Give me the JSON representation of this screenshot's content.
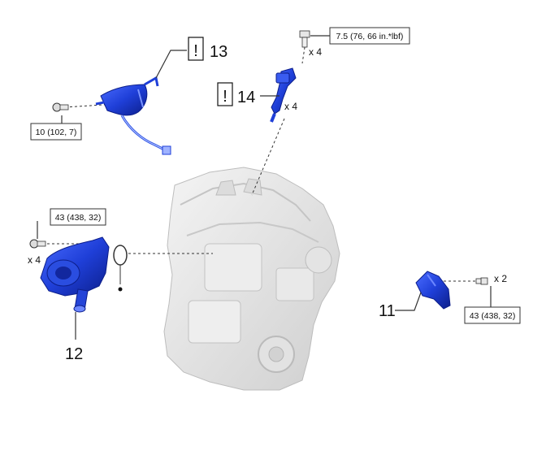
{
  "callouts": {
    "part_13": "13",
    "part_14": "14",
    "part_12": "12",
    "part_11": "11",
    "caution_mark": "!"
  },
  "torque_specs": {
    "harness_bolt": "10 (102, 7)",
    "coil_bolt": "7.5 (76, 66 in.*lbf)",
    "pump_bolt": "43 (438, 32)",
    "bracket_bolt": "43 (438, 32)"
  },
  "quantities": {
    "coil_bolt_qty": "x 4",
    "coil_qty": "x 4",
    "pump_bolt_qty": "x 4",
    "bracket_bolt_qty": "x 2"
  },
  "colors": {
    "part_blue": "#1f3fd8",
    "part_blue_dark": "#0c1e8a",
    "engine_gray": "#e6e6e6",
    "leader_line": "#333333"
  }
}
